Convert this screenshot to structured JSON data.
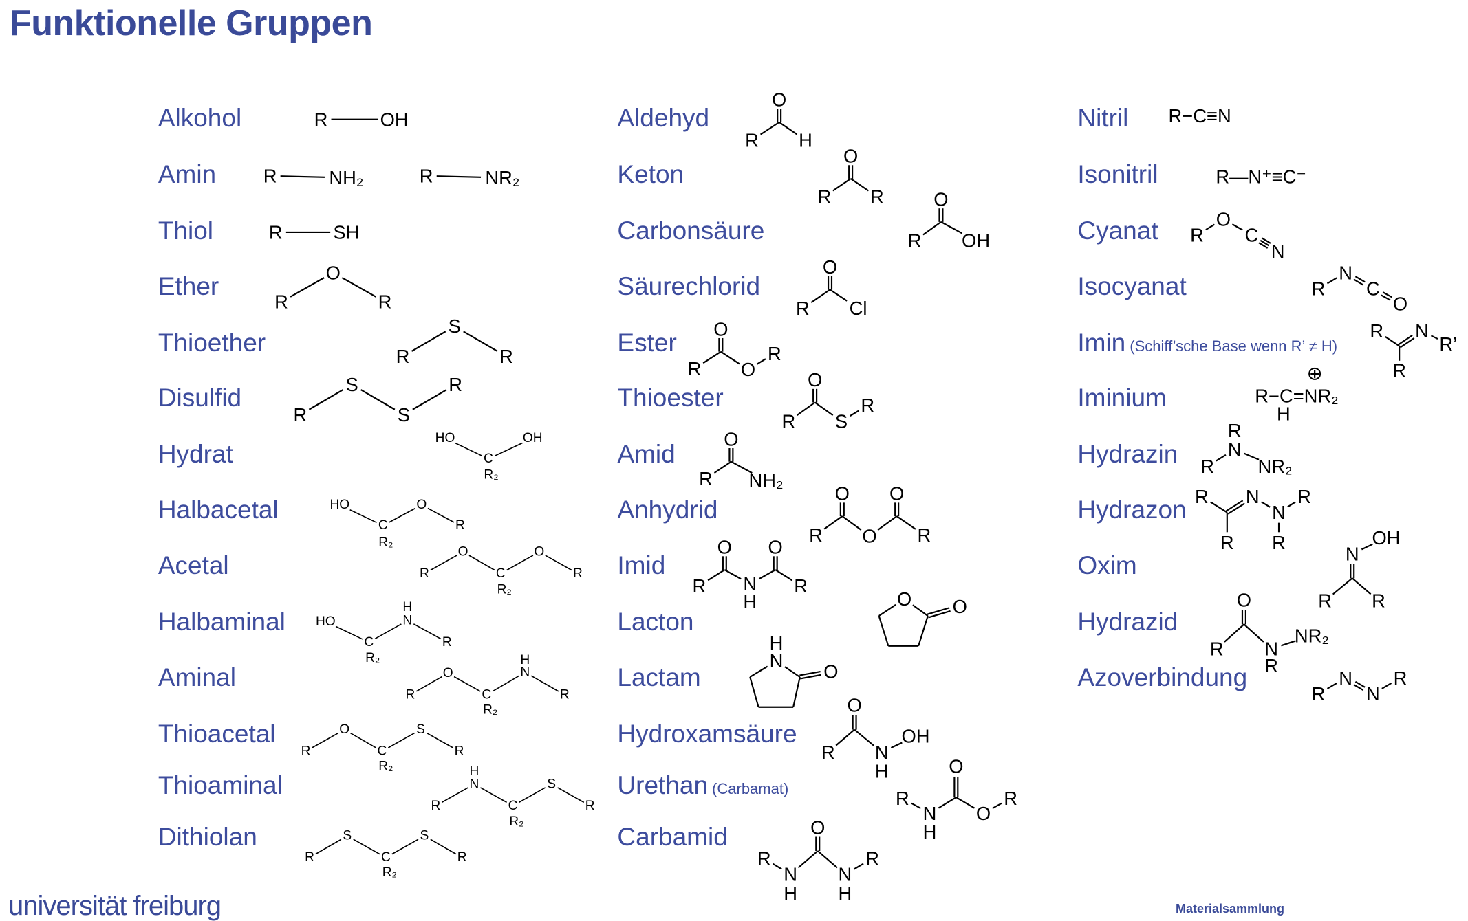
{
  "title": "Funktionelle Gruppen",
  "footer": {
    "logo_text": "universität freiburg",
    "collection": "Materialsammlung"
  },
  "colors": {
    "brand": "#3a4a98",
    "structure": "#000000"
  },
  "columns": [
    [
      {
        "name": "Alkohol",
        "atoms": [
          "R",
          "OH"
        ]
      },
      {
        "name": "Amin",
        "atoms": [
          "R",
          "NH₂",
          "R",
          "NR₂"
        ]
      },
      {
        "name": "Thiol",
        "atoms": [
          "R",
          "SH"
        ]
      },
      {
        "name": "Ether",
        "atoms": [
          "R",
          "O",
          "R"
        ]
      },
      {
        "name": "Thioether",
        "atoms": [
          "R",
          "S",
          "R"
        ]
      },
      {
        "name": "Disulfid",
        "atoms": [
          "R",
          "S",
          "S",
          "R"
        ]
      },
      {
        "name": "Hydrat",
        "atoms": [
          "HO",
          "OH",
          "C",
          "R₂"
        ]
      },
      {
        "name": "Halbacetal",
        "atoms": [
          "HO",
          "C",
          "R₂",
          "O",
          "R"
        ]
      },
      {
        "name": "Acetal",
        "atoms": [
          "R",
          "O",
          "C",
          "R₂",
          "O",
          "R"
        ]
      },
      {
        "name": "Halbaminal",
        "atoms": [
          "HO",
          "C",
          "R₂",
          "H",
          "N",
          "R"
        ]
      },
      {
        "name": "Aminal",
        "atoms": [
          "R",
          "O",
          "C",
          "R₂",
          "H",
          "N",
          "R"
        ]
      },
      {
        "name": "Thioacetal",
        "atoms": [
          "R",
          "O",
          "C",
          "R₂",
          "S",
          "R"
        ]
      },
      {
        "name": "Thioaminal",
        "atoms": [
          "R",
          "H",
          "N",
          "C",
          "R₂",
          "S",
          "R"
        ]
      },
      {
        "name": "Dithiolan",
        "atoms": [
          "R",
          "S",
          "C",
          "R₂",
          "S",
          "R"
        ]
      }
    ],
    [
      {
        "name": "Aldehyd",
        "atoms": [
          "O",
          "R",
          "H"
        ]
      },
      {
        "name": "Keton",
        "atoms": [
          "O",
          "R",
          "R"
        ]
      },
      {
        "name": "Carbonsäure",
        "atoms": [
          "O",
          "R",
          "OH"
        ]
      },
      {
        "name": "Säurechlorid",
        "atoms": [
          "O",
          "R",
          "Cl"
        ]
      },
      {
        "name": "Ester",
        "atoms": [
          "O",
          "R",
          "O",
          "R"
        ]
      },
      {
        "name": "Thioester",
        "atoms": [
          "O",
          "R",
          "S",
          "R"
        ]
      },
      {
        "name": "Amid",
        "atoms": [
          "O",
          "R",
          "NH₂"
        ]
      },
      {
        "name": "Anhydrid",
        "atoms": [
          "O",
          "O",
          "R",
          "O",
          "R"
        ]
      },
      {
        "name": "Imid",
        "atoms": [
          "O",
          "O",
          "R",
          "N",
          "H",
          "R"
        ]
      },
      {
        "name": "Lacton",
        "atoms": [
          "O",
          "O"
        ]
      },
      {
        "name": "Lactam",
        "atoms": [
          "H",
          "N",
          "O"
        ]
      },
      {
        "name": "Hydroxamsäure",
        "atoms": [
          "O",
          "R",
          "N",
          "H",
          "OH"
        ]
      },
      {
        "name": "Urethan",
        "note": "(Carbamat)",
        "atoms": [
          "R",
          "N",
          "H",
          "O",
          "O",
          "R"
        ]
      },
      {
        "name": "Carbamid",
        "atoms": [
          "O",
          "R",
          "N",
          "H",
          "N",
          "H",
          "R"
        ]
      }
    ],
    [
      {
        "name": "Nitril",
        "atoms": [
          "R−C≡N"
        ]
      },
      {
        "name": "Isonitril",
        "atoms": [
          "R—N⁺≡C⁻"
        ]
      },
      {
        "name": "Cyanat",
        "atoms": [
          "R",
          "O",
          "C",
          "N"
        ]
      },
      {
        "name": "Isocyanat",
        "atoms": [
          "R",
          "N",
          "C",
          "O"
        ]
      },
      {
        "name": "Imin",
        "note": "(Schiff’sche Base wenn R’ ≠ H)",
        "atoms": [
          "R",
          "N",
          "R’",
          "R"
        ]
      },
      {
        "name": "Iminium",
        "atoms": [
          "R−C=NR₂",
          "H",
          "⊕"
        ]
      },
      {
        "name": "Hydrazin",
        "atoms": [
          "R",
          "N",
          "R",
          "NR₂"
        ]
      },
      {
        "name": "Hydrazon",
        "atoms": [
          "R",
          "R",
          "N",
          "N",
          "R",
          "R"
        ]
      },
      {
        "name": "Oxim",
        "atoms": [
          "N",
          "OH",
          "R",
          "R"
        ]
      },
      {
        "name": "Hydrazid",
        "atoms": [
          "O",
          "R",
          "N",
          "R",
          "NR₂"
        ]
      },
      {
        "name": "Azoverbindung",
        "atoms": [
          "R",
          "N",
          "N",
          "R"
        ]
      }
    ]
  ]
}
